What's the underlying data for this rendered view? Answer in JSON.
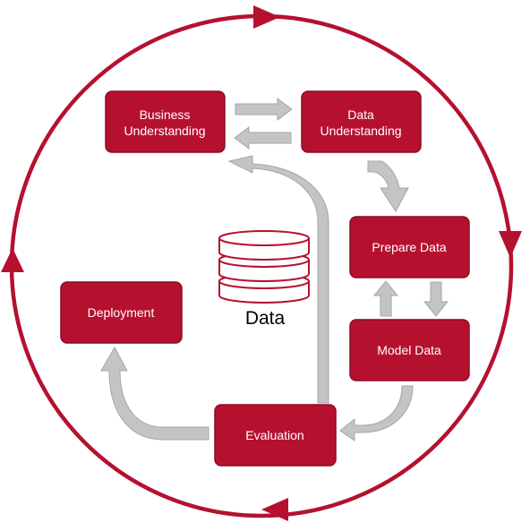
{
  "diagram": {
    "type": "cyclic process flow",
    "colors": {
      "accent": "#b5112f",
      "node_fill": "#b5112f",
      "node_text": "#ffffff",
      "arrow_fill": "#c4c4c4"
    },
    "nodes": {
      "business_understanding": {
        "line1": "Business",
        "line2": "Understanding"
      },
      "data_understanding": {
        "line1": "Data",
        "line2": "Understanding"
      },
      "prepare_data": {
        "label": "Prepare Data"
      },
      "model_data": {
        "label": "Model Data"
      },
      "evaluation": {
        "label": "Evaluation"
      },
      "deployment": {
        "label": "Deployment"
      }
    },
    "center": {
      "icon": "database-icon",
      "label": "Data"
    },
    "flows": [
      {
        "from": "Business Understanding",
        "to": "Data Understanding"
      },
      {
        "from": "Data Understanding",
        "to": "Business Understanding"
      },
      {
        "from": "Data Understanding",
        "to": "Prepare Data"
      },
      {
        "from": "Prepare Data",
        "to": "Model Data"
      },
      {
        "from": "Model Data",
        "to": "Prepare Data"
      },
      {
        "from": "Model Data",
        "to": "Evaluation"
      },
      {
        "from": "Evaluation",
        "to": "Business Understanding"
      },
      {
        "from": "Evaluation",
        "to": "Deployment"
      }
    ],
    "outer_cycle": {
      "direction": "clockwise"
    }
  }
}
